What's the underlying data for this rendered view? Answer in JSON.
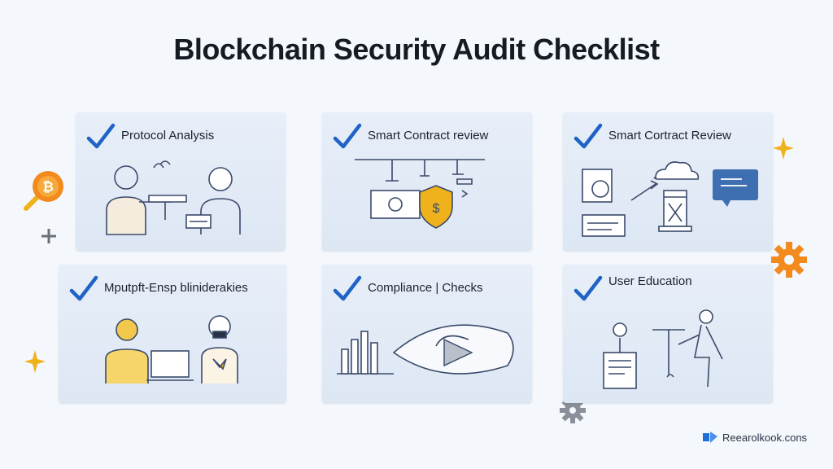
{
  "title": "Blockchain Security Audit Checklist",
  "cards": [
    {
      "label": "Protocol Analysis",
      "checked": true
    },
    {
      "label": "Smart Contract review",
      "checked": true
    },
    {
      "label": "Smart Cortract Review",
      "checked": true
    },
    {
      "label": "Mputpft-Ensp bliniderakies",
      "checked": true
    },
    {
      "label": "Compliance | Checks",
      "checked": true
    },
    {
      "label": "User Education",
      "checked": true
    }
  ],
  "brand": {
    "text": "Reearolkook.cons"
  },
  "colors": {
    "check": "#1f63c6",
    "accent_gold": "#f0b21c",
    "accent_orange": "#f28a1e",
    "accent_blue": "#1e6fd8",
    "ink": "#3a4a6a",
    "card_bg": "#e3ebf6"
  },
  "icons": [
    "checkmark-icon",
    "bitcoin-magnifier-icon",
    "plus-icon",
    "sparkle-icon",
    "gear-icon",
    "cloud-icon",
    "chat-bubble-icon",
    "shield-icon",
    "play-icon"
  ]
}
